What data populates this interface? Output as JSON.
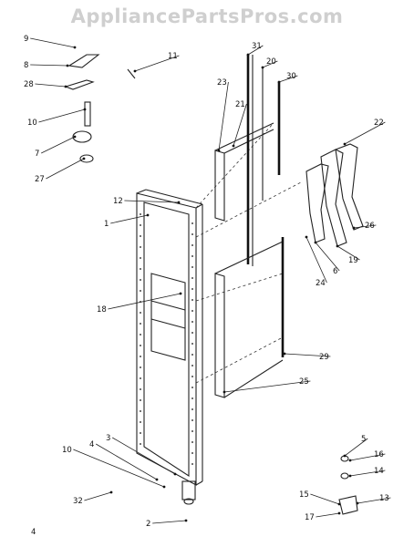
{
  "watermark": "AppliancePartsPros.com",
  "page_number": "4",
  "callouts": [
    "9",
    "8",
    "28",
    "10",
    "7",
    "27",
    "11",
    "12",
    "1",
    "23",
    "21",
    "31",
    "20",
    "30",
    "22",
    "18",
    "26",
    "19",
    "6",
    "24",
    "29",
    "25",
    "3",
    "4",
    "10",
    "32",
    "2",
    "5",
    "16",
    "14",
    "15",
    "13",
    "17"
  ]
}
